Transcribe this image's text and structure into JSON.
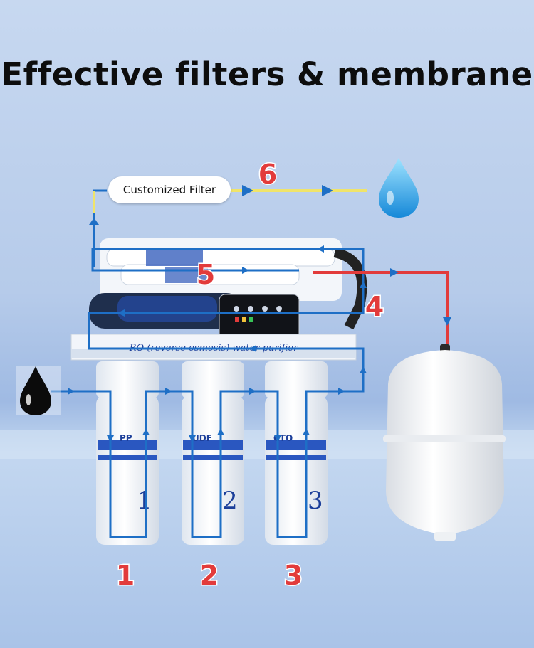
{
  "headline": "Effective filters & membrane",
  "custom_filter_label": "Customized Filter",
  "panel_label": "RO (reverse osmosis) water purifier",
  "stages": [
    "1",
    "2",
    "3",
    "4",
    "5",
    "6"
  ],
  "cartridges": [
    {
      "label": "PP",
      "number": "1"
    },
    {
      "label": "UDF",
      "number": "2"
    },
    {
      "label": "CTO",
      "number": "3"
    }
  ],
  "colors": {
    "flow_blue": "#1e6fc6",
    "flow_red": "#e23b3b",
    "flow_yellow": "#f0e46a",
    "stage_number": "#e23b3b"
  },
  "icons": [
    "clean-water-drop-icon",
    "source-water-drop-icon"
  ]
}
